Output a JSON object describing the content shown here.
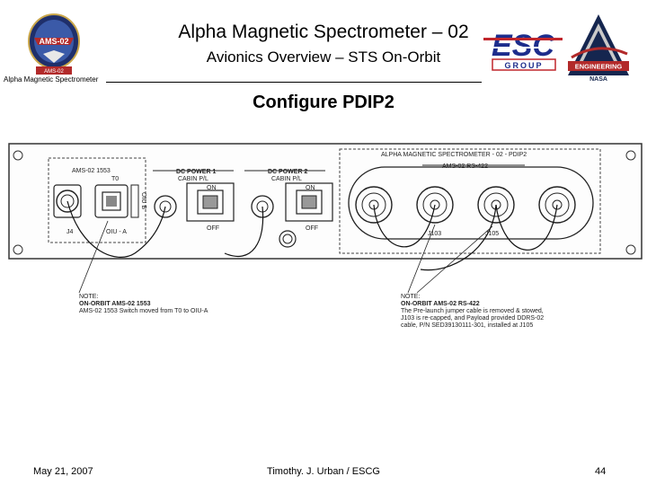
{
  "header": {
    "title": "Alpha Magnetic Spectrometer – 02",
    "subtitle": "Avionics Overview – STS On-Orbit",
    "side_label": "Alpha Magnetic Spectrometer"
  },
  "slide_heading": "Configure PDIP2",
  "logos": {
    "ams": {
      "badge_text": "AMS-02",
      "banner_text": "AMS-02"
    },
    "esc": {
      "letters": "ESC",
      "group": "GROUP"
    },
    "engineering": {
      "text": "ENGINEERING",
      "sub": "NASA"
    }
  },
  "diagram": {
    "panel_title": "ALPHA MAGNETIC SPECTROMETER - 02 - PDIP2",
    "rs422_label": "AMS-02 RS-422",
    "j103": "J103",
    "j105": "J105",
    "box1553_label": "AMS-02 1553",
    "t0": "T0",
    "j4": "J4",
    "oiu_a": "OIU - A",
    "switch_side": "OIU B",
    "dc1_label": "DC POWER 1",
    "dc2_label": "DC POWER 2",
    "cabin_pnl": "CABIN P/L",
    "on": "ON",
    "off": "OFF",
    "note_left": {
      "head": "NOTE:",
      "title": "ON-ORBIT AMS-02 1553",
      "body": "AMS-02 1553 Switch moved from T0 to OIU-A"
    },
    "note_right": {
      "head": "NOTE:",
      "title": "ON-ORBIT AMS-02 RS-422",
      "lines": [
        "The Pre-launch jumper cable is removed & stowed,",
        "J103 is re-capped, and Payload provided DDRS-02",
        "cable, P/N SED39130111-301, installed at J105"
      ]
    }
  },
  "footer": {
    "date": "May 21, 2007",
    "author": "Timothy. J. Urban / ESCG",
    "page": "44"
  },
  "colors": {
    "ams_blue": "#1f2f6b",
    "ams_red": "#b22a2a",
    "esc_blue": "#1d2d8c",
    "esc_red": "#c0262c",
    "eng_navy": "#15264f"
  }
}
